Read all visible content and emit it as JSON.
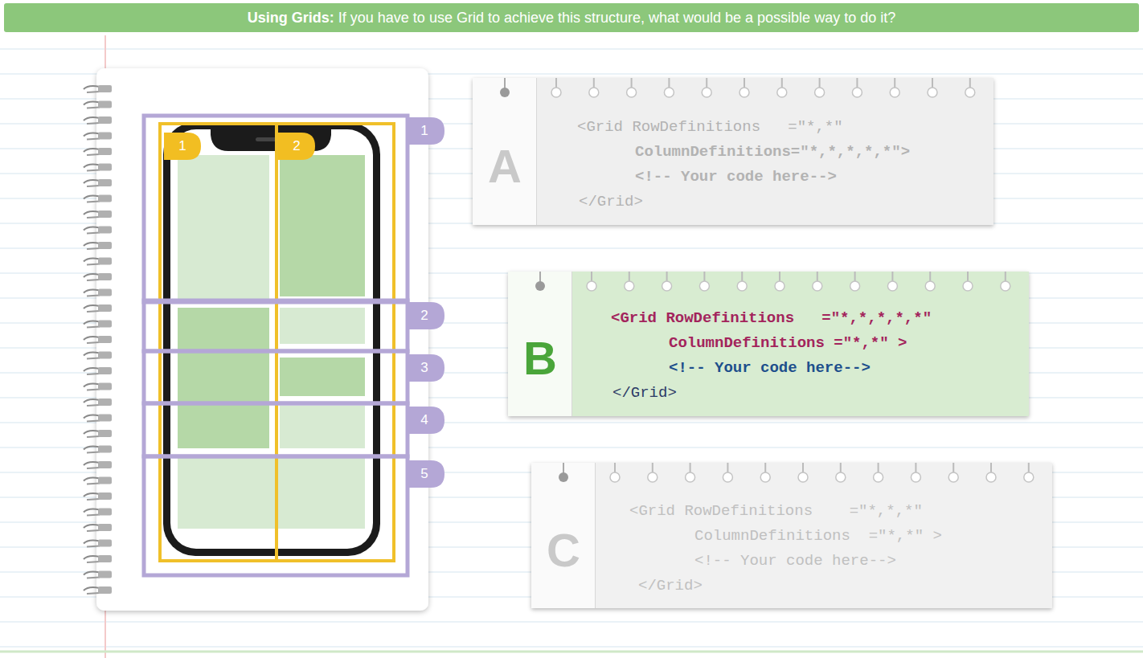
{
  "diagram": {
    "title": "Using Grids:",
    "nodes": [
      {
        "text": [
          "A",
          "<Grid RowDefinitions   =\"*,*\"",
          "ColumnDefinitions=\"*,*,*,*,*\">",
          "<!-- Your code here-->",
          "</Grid>"
        ]
      },
      {
        "text": [
          "B",
          "<Grid RowDefinitions   =\"*,*,*,*,*\"",
          "ColumnDefinitions =\"*,*\" >",
          "<!-- Your code here-->",
          "</Grid>"
        ]
      },
      {
        "text": [
          "C",
          "<Grid RowDefinitions    =\"*,*,*\"",
          "ColumnDefinitions  =\"*,*\" >",
          "<!-- Your code here-->",
          "</Grid>"
        ]
      }
    ],
    "labels": [
      "If you have to use Grid to achieve this structure, what would be a possible way to do it?",
      "1",
      "2",
      "1",
      "2",
      "3",
      "4",
      "5"
    ]
  }
}
